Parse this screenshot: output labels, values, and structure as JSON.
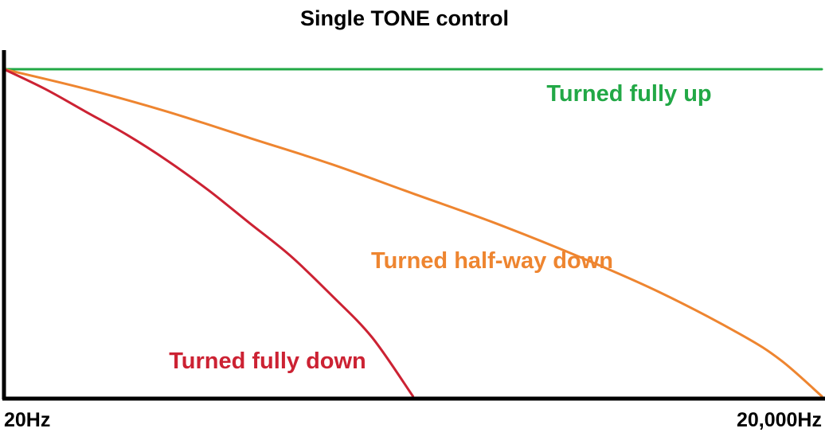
{
  "chart_data": {
    "type": "line",
    "title": "Single TONE control",
    "xlabel": "",
    "ylabel": "",
    "x_tick_labels": [
      "20Hz",
      "20,000Hz"
    ],
    "xlim": [
      0,
      1
    ],
    "ylim": [
      0,
      1
    ],
    "grid": false,
    "legend": "none",
    "series": [
      {
        "name": "Turned fully up",
        "color": "#22a846",
        "x": [
          0,
          0.25,
          0.5,
          0.75,
          1.0
        ],
        "y": [
          1.0,
          1.0,
          1.0,
          1.0,
          1.0
        ]
      },
      {
        "name": "Turned half-way down",
        "color": "#ee8530",
        "x": [
          0,
          0.1,
          0.2,
          0.3,
          0.4,
          0.5,
          0.6,
          0.7,
          0.8,
          0.9,
          0.95,
          1.0
        ],
        "y": [
          1.0,
          0.94,
          0.87,
          0.79,
          0.71,
          0.62,
          0.53,
          0.43,
          0.32,
          0.19,
          0.11,
          0.0
        ]
      },
      {
        "name": "Turned fully down",
        "color": "#cc2233",
        "x": [
          0,
          0.05,
          0.1,
          0.15,
          0.2,
          0.25,
          0.3,
          0.35,
          0.4,
          0.45,
          0.5
        ],
        "y": [
          1.0,
          0.94,
          0.87,
          0.8,
          0.72,
          0.63,
          0.53,
          0.43,
          0.31,
          0.18,
          0.0
        ]
      }
    ]
  }
}
